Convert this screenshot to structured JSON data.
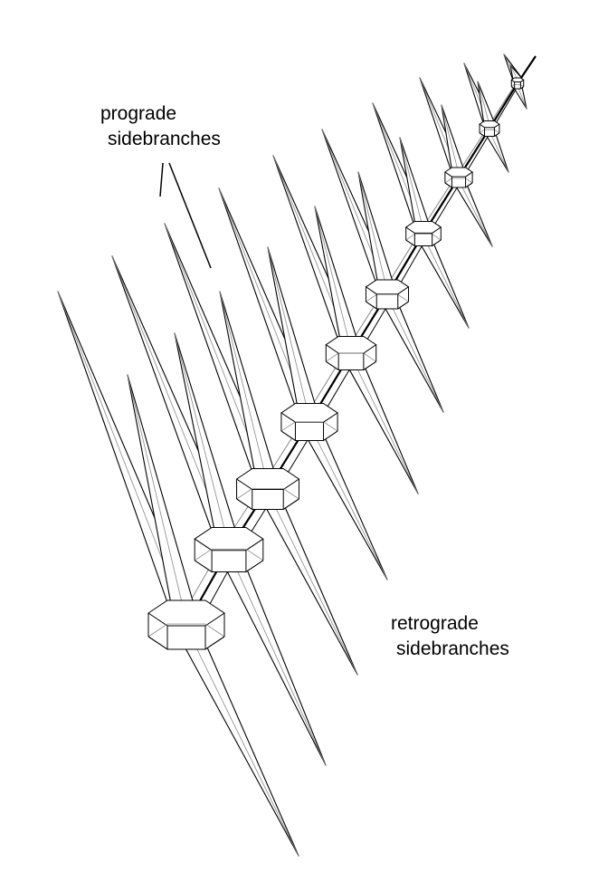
{
  "labels": {
    "prograde_line1": "prograde",
    "prograde_line2": "sidebranches",
    "retrograde_line1": "retrograde",
    "retrograde_line2": "sidebranches"
  },
  "colors": {
    "background": "#ffffff",
    "ink": "#000000",
    "hidden_edge": "#8a8a8a"
  }
}
